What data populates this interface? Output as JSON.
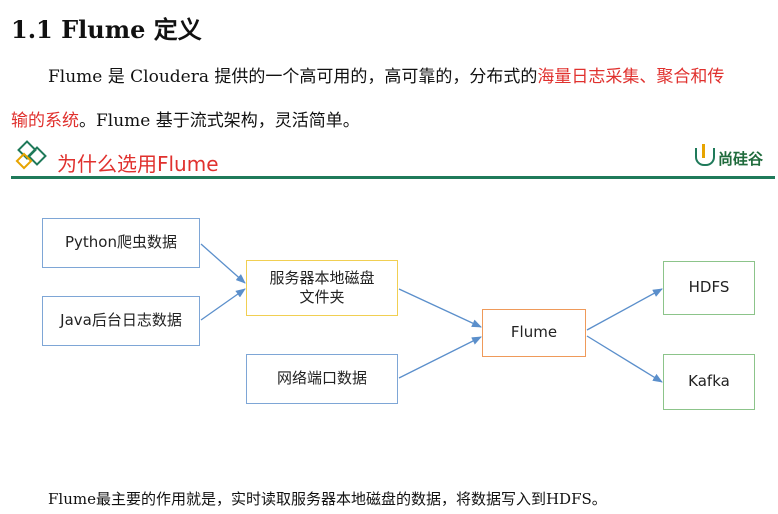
{
  "heading": "1.1 Flume 定义",
  "paragraph": {
    "line1_normal": "Flume 是 Cloudera 提供的一个高可用的，高可靠的，分布式的",
    "line1_red": "海量日志采集、聚合和传",
    "line2_red": "输的系统",
    "line2_normal": "。Flume 基于流式架构，灵活简单。"
  },
  "banner": {
    "title": "为什么选用Flume",
    "logo_text": "尚硅谷",
    "icon": "diamond-icon"
  },
  "diagram": {
    "python": "Python爬虫数据",
    "java": "Java后台日志数据",
    "disk_line1": "服务器本地磁盘",
    "disk_line2": "文件夹",
    "network": "网络端口数据",
    "flume": "Flume",
    "hdfs": "HDFS",
    "kafka": "Kafka"
  },
  "colors": {
    "accent_red": "#e0312e",
    "banner_green": "#1f7a5a",
    "arrow_blue": "#5b8fcb"
  },
  "footer": "Flume最主要的作用就是，实时读取服务器本地磁盘的数据，将数据写入到HDFS。"
}
